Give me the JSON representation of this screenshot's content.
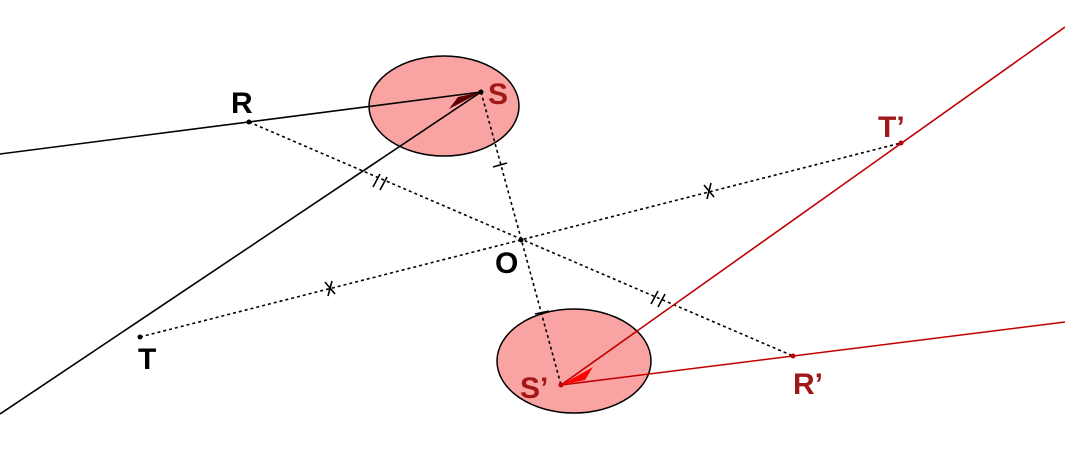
{
  "points": {
    "S": "S",
    "R": "R",
    "T": "T",
    "O": "O",
    "S_prime": "S’",
    "R_prime": "R’",
    "T_prime": "T’"
  },
  "colors": {
    "original": "#000000",
    "image": "#c00000",
    "label_image": "#a01818",
    "disk_fill": "#f9a3a3",
    "disk_stroke": "#000000",
    "construction": "#000000"
  }
}
